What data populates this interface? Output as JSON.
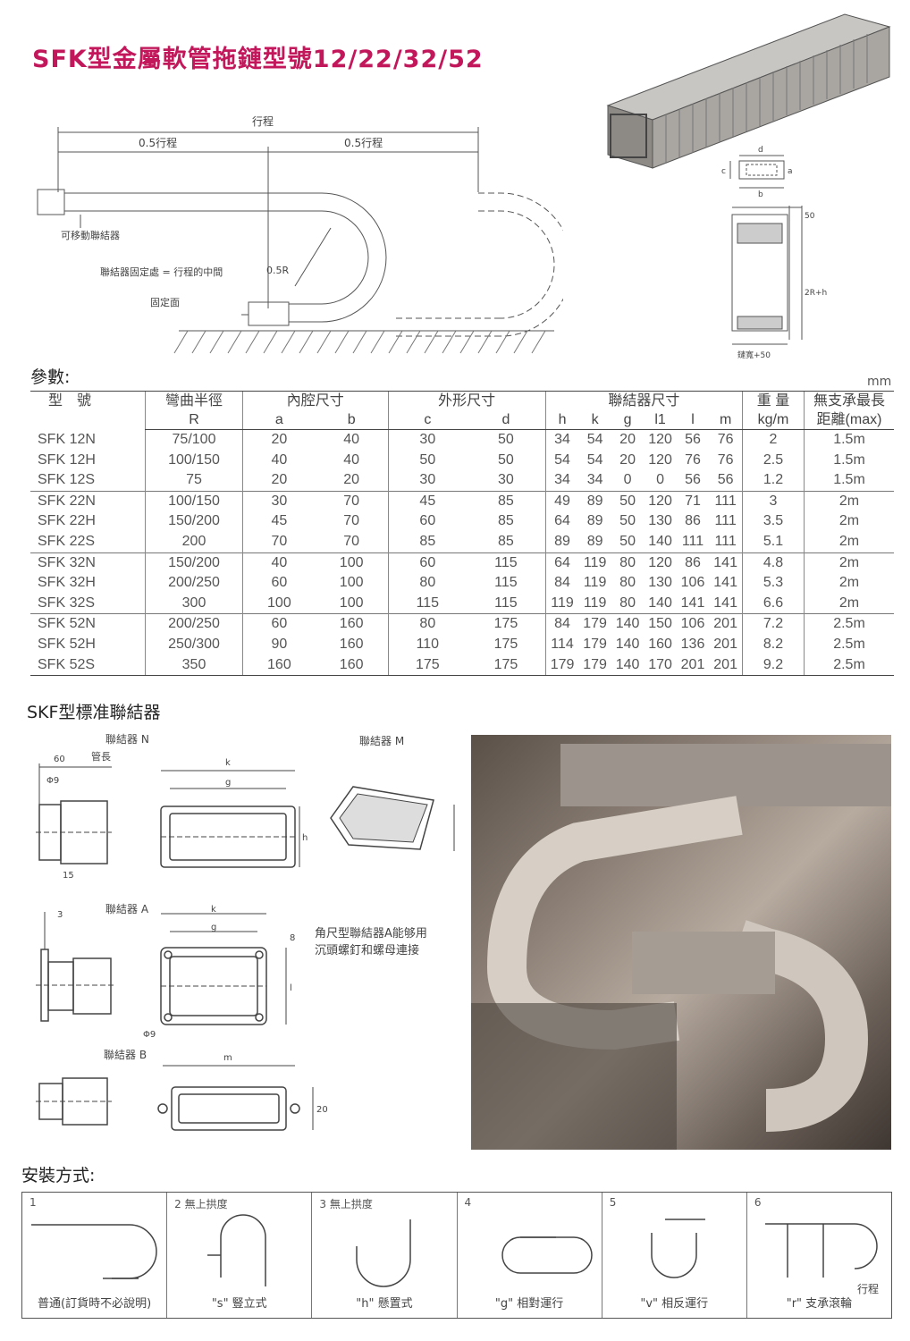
{
  "title": "SFK型金屬軟管拖鏈型號12/22/32/52",
  "diagram": {
    "stroke": "行程",
    "half_stroke_left": "0.5行程",
    "half_stroke_right": "0.5行程",
    "movable_connector": "可移動聯結器",
    "fixed_point": "聯結器固定處 = 行程的中間",
    "fixed_surface": "固定面",
    "radius_label": "0.5R",
    "dim_d": "d",
    "dim_c": "c",
    "dim_a": "a",
    "dim_b": "b",
    "dim_50": "50",
    "dim_2r_h": "2R+h",
    "chain_width": "鏈寬+50"
  },
  "params": {
    "heading": "參數:",
    "unit": "mm",
    "headers": {
      "model": "型　號",
      "bend_radius": "彎曲半徑",
      "bend_radius_sub": "R",
      "inner": "內腔尺寸",
      "inner_a": "a",
      "inner_b": "b",
      "outer": "外形尺寸",
      "outer_c": "c",
      "outer_d": "d",
      "connector": "聯結器尺寸",
      "conn_h": "h",
      "conn_k": "k",
      "conn_g": "g",
      "conn_l1": "l1",
      "conn_l": "l",
      "conn_m": "m",
      "weight": "重 量",
      "weight_sub": "kg/m",
      "span": "無支承最長",
      "span_sub": "距離(max)"
    },
    "rows": [
      [
        "SFK 12N",
        "75/100",
        "20",
        "40",
        "30",
        "50",
        "34",
        "54",
        "20",
        "120",
        "56",
        "76",
        "2",
        "1.5m"
      ],
      [
        "SFK 12H",
        "100/150",
        "40",
        "40",
        "50",
        "50",
        "54",
        "54",
        "20",
        "120",
        "76",
        "76",
        "2.5",
        "1.5m"
      ],
      [
        "SFK 12S",
        "75",
        "20",
        "20",
        "30",
        "30",
        "34",
        "34",
        "0",
        "0",
        "56",
        "56",
        "1.2",
        "1.5m"
      ],
      [
        "SFK 22N",
        "100/150",
        "30",
        "70",
        "45",
        "85",
        "49",
        "89",
        "50",
        "120",
        "71",
        "111",
        "3",
        "2m"
      ],
      [
        "SFK 22H",
        "150/200",
        "45",
        "70",
        "60",
        "85",
        "64",
        "89",
        "50",
        "130",
        "86",
        "111",
        "3.5",
        "2m"
      ],
      [
        "SFK 22S",
        "200",
        "70",
        "70",
        "85",
        "85",
        "89",
        "89",
        "50",
        "140",
        "111",
        "111",
        "5.1",
        "2m"
      ],
      [
        "SFK 32N",
        "150/200",
        "40",
        "100",
        "60",
        "115",
        "64",
        "119",
        "80",
        "120",
        "86",
        "141",
        "4.8",
        "2m"
      ],
      [
        "SFK 32H",
        "200/250",
        "60",
        "100",
        "80",
        "115",
        "84",
        "119",
        "80",
        "130",
        "106",
        "141",
        "5.3",
        "2m"
      ],
      [
        "SFK 32S",
        "300",
        "100",
        "100",
        "115",
        "115",
        "119",
        "119",
        "80",
        "140",
        "141",
        "141",
        "6.6",
        "2m"
      ],
      [
        "SFK 52N",
        "200/250",
        "60",
        "160",
        "80",
        "175",
        "84",
        "179",
        "140",
        "150",
        "106",
        "201",
        "7.2",
        "2.5m"
      ],
      [
        "SFK 52H",
        "250/300",
        "90",
        "160",
        "110",
        "175",
        "114",
        "179",
        "140",
        "160",
        "136",
        "201",
        "8.2",
        "2.5m"
      ],
      [
        "SFK 52S",
        "350",
        "160",
        "160",
        "175",
        "175",
        "179",
        "179",
        "140",
        "170",
        "201",
        "201",
        "9.2",
        "2.5m"
      ]
    ]
  },
  "connectors": {
    "heading": "SKF型標准聯結器",
    "conn_n": "聯結器 N",
    "conn_m": "聯結器 M",
    "conn_a": "聯結器 A",
    "conn_b": "聯結器 B",
    "tube_length": "管長",
    "dim_60": "60",
    "dim_phi9": "Φ9",
    "dim_15": "15",
    "dim_3": "3",
    "dim_8": "8",
    "dim_20": "20",
    "dim_k": "k",
    "dim_g": "g",
    "dim_h": "h",
    "dim_l": "l",
    "dim_m": "m",
    "note_line1": "角尺型聯結器A能够用",
    "note_line2": "沉頭螺釘和螺母連接"
  },
  "install": {
    "heading": "安裝方式:",
    "items": [
      {
        "num": "1",
        "title": "",
        "caption": "普通(訂貨時不必說明)"
      },
      {
        "num": "2",
        "title": "無上拱度",
        "caption": "\"s\" 豎立式"
      },
      {
        "num": "3",
        "title": "無上拱度",
        "caption": "\"h\" 懸置式"
      },
      {
        "num": "4",
        "title": "",
        "caption": "\"g\" 相對運行"
      },
      {
        "num": "5",
        "title": "",
        "caption": "\"v\" 相反運行"
      },
      {
        "num": "6",
        "title": "",
        "caption": "\"r\" 支承滾輪"
      }
    ],
    "stroke_label": "行程"
  },
  "colors": {
    "title": "#c2185b",
    "line": "#555555"
  }
}
